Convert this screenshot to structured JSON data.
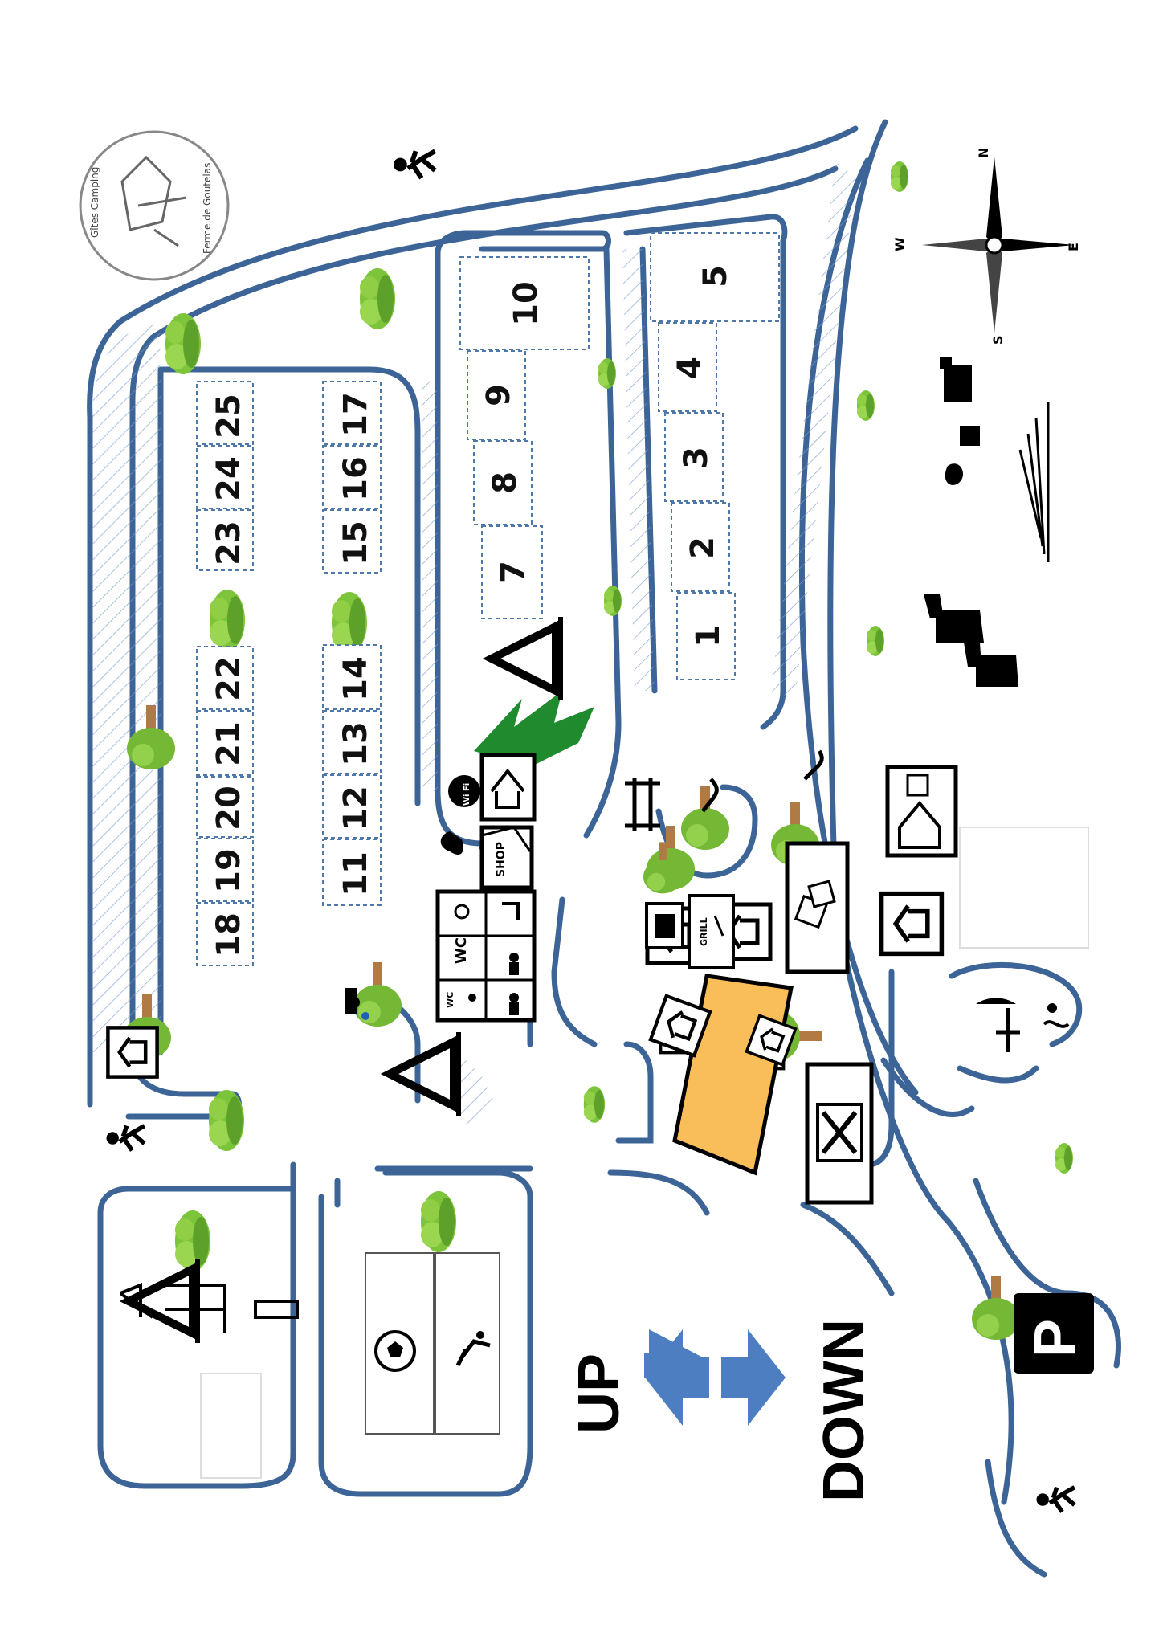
{
  "logo": {
    "text_top": "Gîtes Camping",
    "text_bottom": "Ferme de Goutelas"
  },
  "compass": {
    "n": "N",
    "e": "E",
    "s": "S",
    "w": "W"
  },
  "pitches": [
    "1",
    "2",
    "3",
    "4",
    "5",
    "7",
    "8",
    "9",
    "10",
    "11",
    "12",
    "13",
    "14",
    "15",
    "16",
    "17",
    "18",
    "19",
    "20",
    "21",
    "22",
    "23",
    "24",
    "25"
  ],
  "facilities": {
    "wc": "WC",
    "wc_small": "WC",
    "wifi": "Wi Fi",
    "shop": "SHOP",
    "grill": "GRILL",
    "parking": "P"
  },
  "direction": {
    "up": "UP",
    "down": "DOWN"
  },
  "colors": {
    "road": "#3c6496",
    "hatch": "#6f8fbf",
    "tree": "#6ab52f",
    "building": "#f9be5a",
    "arrow": "#4c7ec1",
    "pine": "#1f8a2e"
  }
}
